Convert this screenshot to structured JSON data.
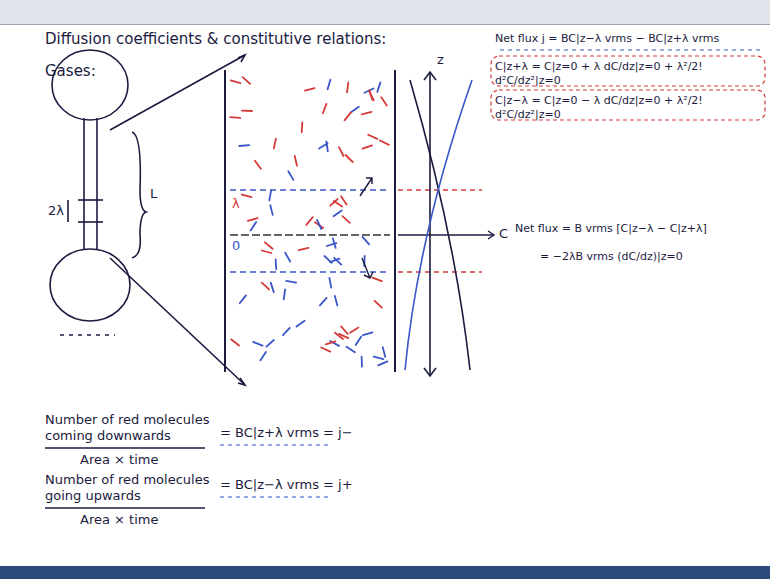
{
  "diagram": {
    "title": "Diffusion coefficients & constitutive relations:",
    "labels": [
      "Gases:",
      "2λ",
      "L",
      "z",
      "C",
      "λ",
      "0",
      "Net flux j = BC|z−λ vrms − BC|z+λ vrms",
      "C|z+λ = C|z=0 + λ dC/dz|z=0 + λ²/2! d²C/dz²|z=0",
      "C|z−λ = C|z=0 − λ dC/dz|z=0 + λ²/2! d²C/dz²|z=0",
      "Net flux = B vrms [C|z−λ − C|z+λ]",
      "= −2λB vrms (dC/dz)|z=0",
      "Number of red molecules coming downwards",
      "Area × time",
      "= BC|z+λ vrms = j−",
      "Number of red molecules going upwards",
      "Area × time",
      "= BC|z−λ vrms = j+"
    ]
  }
}
